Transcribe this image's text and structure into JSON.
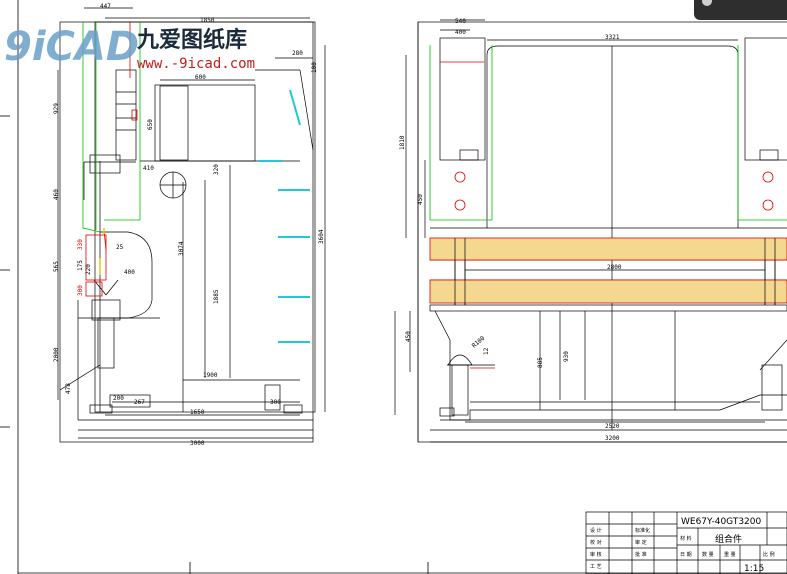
{
  "logo": {
    "mark": "9iCAD",
    "name": "九爱图纸库",
    "url": "www.-9icad.com"
  },
  "side": {
    "dims_top": [
      "447",
      "1850"
    ],
    "dims": [
      "600",
      "280",
      "100",
      "650",
      "410",
      "320",
      "25",
      "400",
      "175",
      "220",
      "300",
      "200",
      "267",
      "1650",
      "3000",
      "1885",
      "3074",
      "3604",
      "1900",
      "929",
      "460",
      "565",
      "330",
      "300",
      "2000",
      "478"
    ]
  },
  "front": {
    "dims": [
      "540",
      "400",
      "3321",
      "1810",
      "450",
      "2800",
      "2520",
      "3200",
      "12",
      "885",
      "930",
      "450",
      "R100"
    ]
  },
  "titleblock": {
    "model": "WE67Y-40GT3200",
    "title": "组合件",
    "scale": "1:15",
    "labels": [
      "设 计",
      "校 对",
      "审 核",
      "工 艺",
      "标准化",
      "审 定",
      "批 准",
      "材 料",
      "日 期",
      "数 量",
      "重 量",
      "比 例"
    ]
  },
  "colors": {
    "green": "#00c000",
    "red": "#e00000",
    "cyan": "#20c8d8",
    "yellow": "#f5d890",
    "line": "#000000"
  }
}
